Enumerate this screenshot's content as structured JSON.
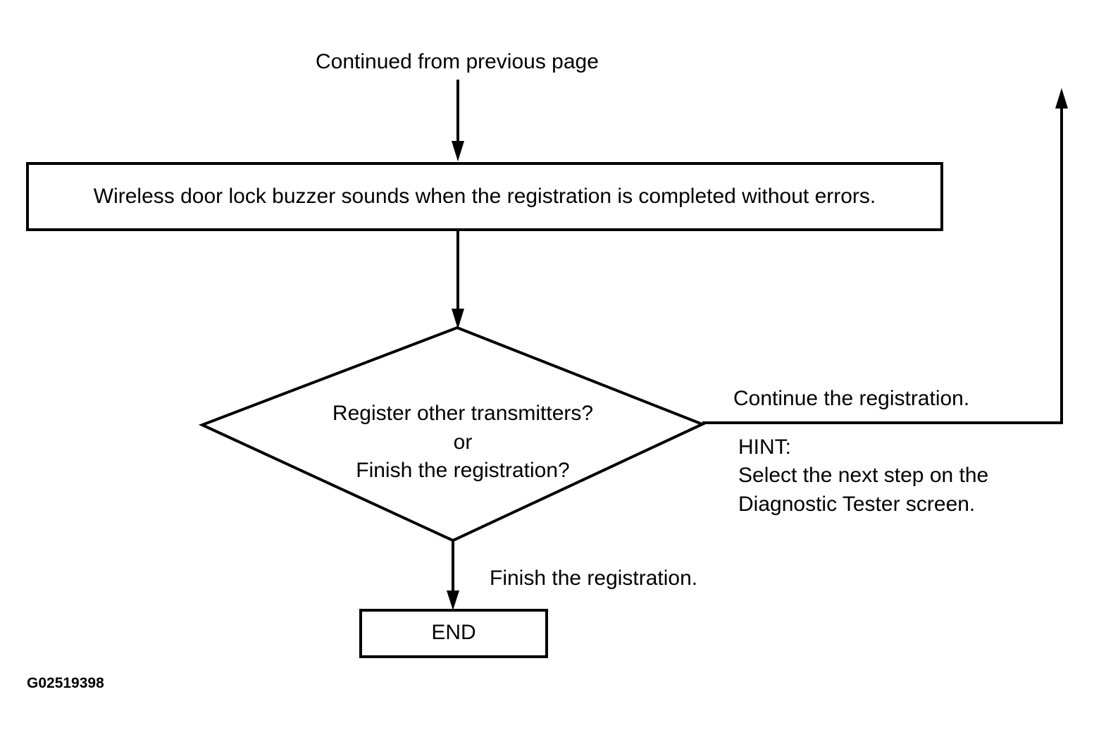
{
  "flowchart": {
    "start_note": "Continued from previous page",
    "process_box": "Wireless door lock buzzer sounds when the registration is completed without errors.",
    "decision": {
      "line1": "Register other transmitters?",
      "line2": "or",
      "line3": "Finish the registration?"
    },
    "branch_continue": "Continue the registration.",
    "hint": {
      "title": "HINT:",
      "line1": "Select the next step on the",
      "line2": "Diagnostic Tester screen."
    },
    "branch_finish": "Finish the registration.",
    "end_box": "END"
  },
  "figure_id": "G02519398"
}
